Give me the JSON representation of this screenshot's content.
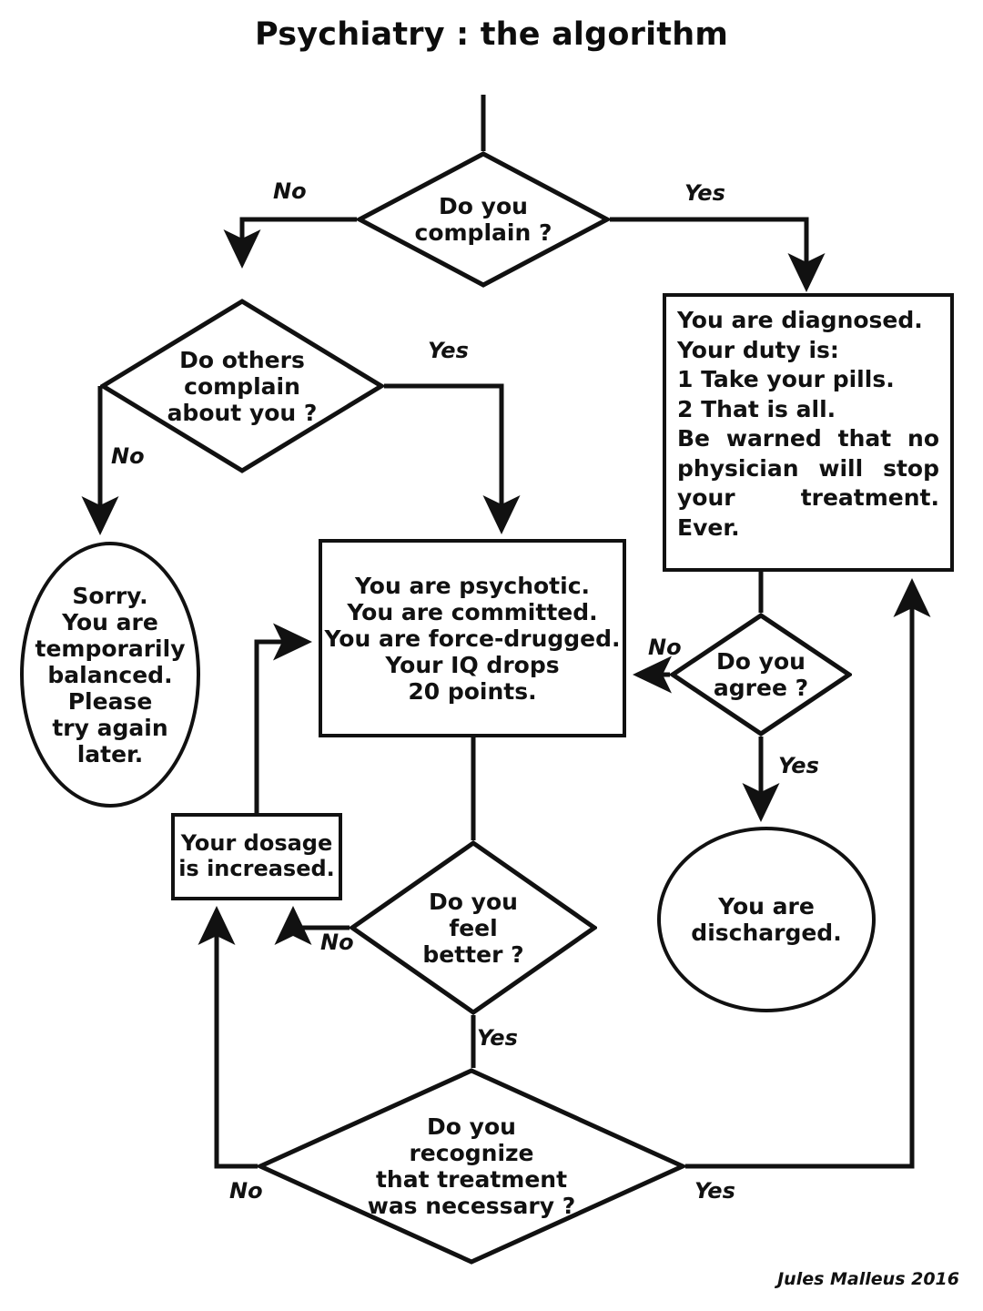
{
  "title": "Psychiatry : the algorithm",
  "signature": "Jules Malleus 2016",
  "colors": {
    "ink": "#111111",
    "background": "#ffffff"
  },
  "nodes": {
    "complain": {
      "shape": "diamond",
      "text": "Do you\ncomplain ?"
    },
    "others": {
      "shape": "diamond",
      "text": "Do others\ncomplain\nabout you ?"
    },
    "agree": {
      "shape": "diamond",
      "text": "Do you\nagree ?"
    },
    "better": {
      "shape": "diamond",
      "text": "Do you\nfeel\nbetter ?"
    },
    "recognize": {
      "shape": "diamond",
      "text": "Do you\nrecognize\nthat treatment\nwas necessary ?"
    },
    "diagnosed": {
      "shape": "rect",
      "lines": [
        "You are diagnosed.",
        "Your duty is:",
        "1 Take your pills.",
        "2 That is all."
      ],
      "justified": "Be warned that no physician will stop your treatment. Ever."
    },
    "psychotic": {
      "shape": "rect",
      "text": "You are psychotic.\nYou are committed.\nYou are force-drugged.\nYour IQ drops\n20 points."
    },
    "dosage": {
      "shape": "rect",
      "text": "Your dosage\nis increased."
    },
    "sorry": {
      "shape": "oval",
      "text": "Sorry.\nYou are\ntemporarily\nbalanced.\nPlease\ntry again\nlater."
    },
    "discharged": {
      "shape": "oval",
      "text": "You are\ndischarged."
    }
  },
  "edge_labels": {
    "complain_no": "No",
    "complain_yes": "Yes",
    "others_no": "No",
    "others_yes": "Yes",
    "agree_no": "No",
    "agree_yes": "Yes",
    "better_no": "No",
    "better_yes": "Yes",
    "recognize_no": "No",
    "recognize_yes": "Yes"
  },
  "chart_data": {
    "type": "diagram",
    "diagram_type": "flowchart",
    "title": "Psychiatry : the algorithm",
    "nodes": [
      {
        "id": "start",
        "shape": "stem",
        "label": ""
      },
      {
        "id": "complain",
        "shape": "diamond",
        "label": "Do you complain ?"
      },
      {
        "id": "others",
        "shape": "diamond",
        "label": "Do others complain about you ?"
      },
      {
        "id": "diagnosed",
        "shape": "rect",
        "label": "You are diagnosed. Your duty is: 1 Take your pills. 2 That is all. Be warned that no physician will stop your treatment. Ever."
      },
      {
        "id": "sorry",
        "shape": "oval",
        "label": "Sorry. You are temporarily balanced. Please try again later."
      },
      {
        "id": "psychotic",
        "shape": "rect",
        "label": "You are psychotic. You are committed. You are force-drugged. Your IQ drops 20 points."
      },
      {
        "id": "agree",
        "shape": "diamond",
        "label": "Do you agree ?"
      },
      {
        "id": "discharged",
        "shape": "oval",
        "label": "You are discharged."
      },
      {
        "id": "dosage",
        "shape": "rect",
        "label": "Your dosage is increased."
      },
      {
        "id": "better",
        "shape": "diamond",
        "label": "Do you feel better ?"
      },
      {
        "id": "recognize",
        "shape": "diamond",
        "label": "Do you recognize that treatment was necessary ?"
      }
    ],
    "edges": [
      {
        "from": "start",
        "to": "complain",
        "label": ""
      },
      {
        "from": "complain",
        "to": "others",
        "label": "No"
      },
      {
        "from": "complain",
        "to": "diagnosed",
        "label": "Yes"
      },
      {
        "from": "others",
        "to": "sorry",
        "label": "No"
      },
      {
        "from": "others",
        "to": "psychotic",
        "label": "Yes"
      },
      {
        "from": "diagnosed",
        "to": "agree",
        "label": ""
      },
      {
        "from": "agree",
        "to": "psychotic",
        "label": "No"
      },
      {
        "from": "agree",
        "to": "discharged",
        "label": "Yes"
      },
      {
        "from": "psychotic",
        "to": "better",
        "label": ""
      },
      {
        "from": "better",
        "to": "dosage",
        "label": "No"
      },
      {
        "from": "better",
        "to": "recognize",
        "label": "Yes"
      },
      {
        "from": "recognize",
        "to": "dosage",
        "label": "No"
      },
      {
        "from": "recognize",
        "to": "diagnosed",
        "label": "Yes"
      },
      {
        "from": "dosage",
        "to": "psychotic",
        "label": ""
      }
    ]
  }
}
